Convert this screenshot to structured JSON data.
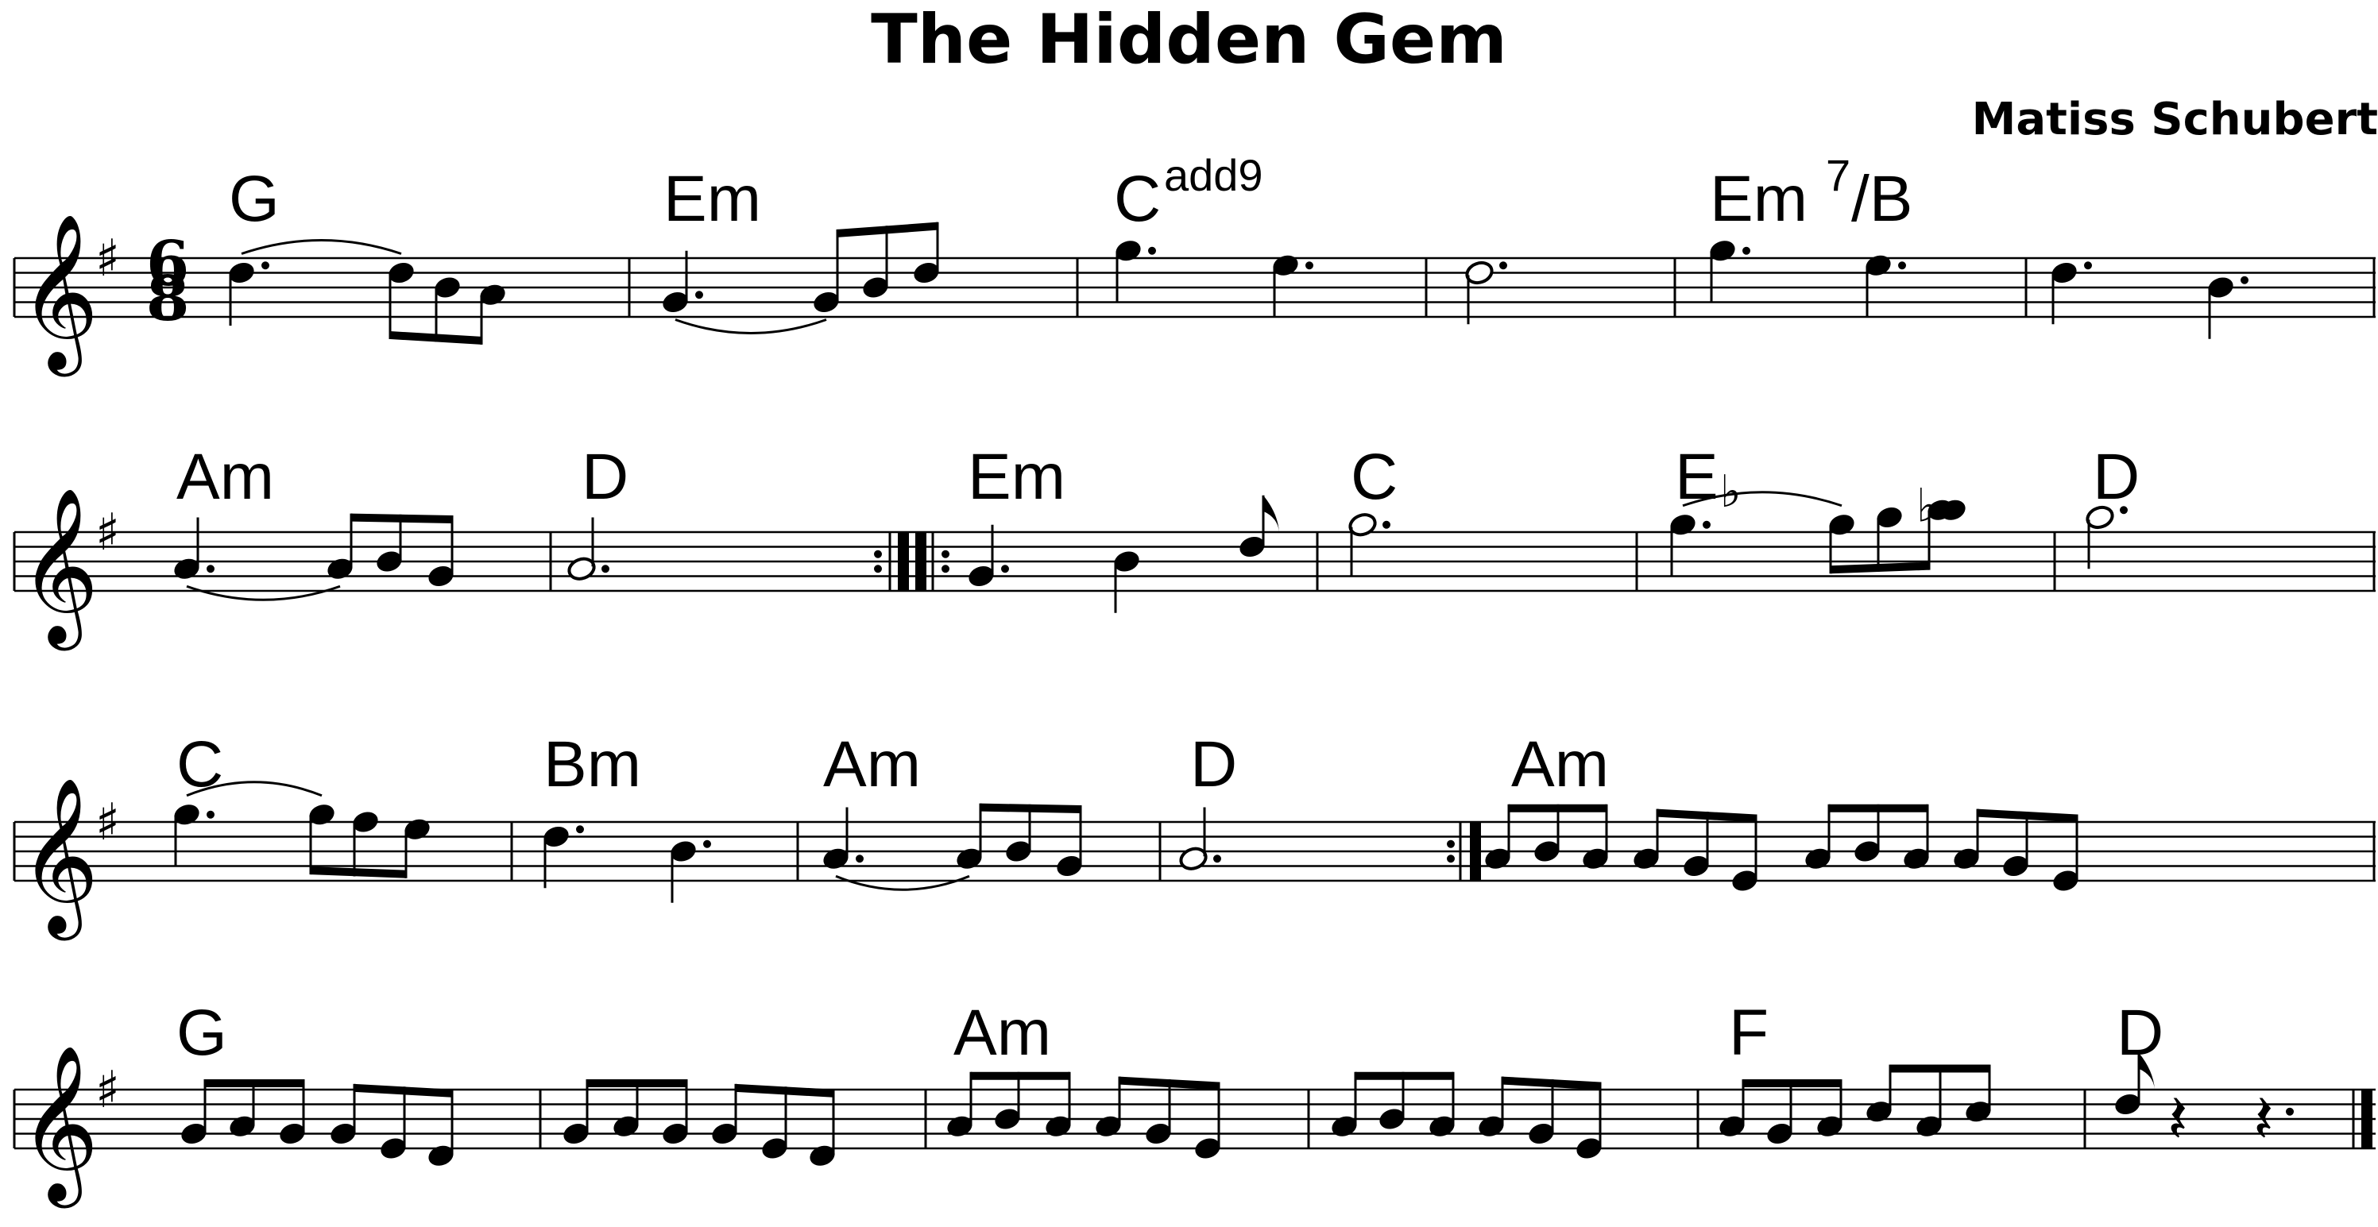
{
  "title": "The Hidden Gem",
  "composer": "Matiss Schubert",
  "time_signature": {
    "top": "6",
    "bottom": "8"
  },
  "key_signature": "G major (one sharp)",
  "chords": {
    "system1": [
      {
        "root": "G",
        "ext": ""
      },
      {
        "root": "Em",
        "ext": ""
      },
      {
        "root": "C",
        "ext": "add9"
      },
      {
        "root": "Em",
        "ext": "7",
        "tail": "/B"
      }
    ],
    "system2": [
      {
        "root": "Am",
        "ext": ""
      },
      {
        "root": "D",
        "ext": ""
      },
      {
        "root": "Em",
        "ext": ""
      },
      {
        "root": "C",
        "ext": ""
      },
      {
        "root": "E",
        "ext": "",
        "flat": "♭"
      },
      {
        "root": "D",
        "ext": ""
      }
    ],
    "system3": [
      {
        "root": "C",
        "ext": ""
      },
      {
        "root": "Bm",
        "ext": ""
      },
      {
        "root": "Am",
        "ext": ""
      },
      {
        "root": "D",
        "ext": ""
      },
      {
        "root": "Am",
        "ext": ""
      }
    ],
    "system4": [
      {
        "root": "G",
        "ext": ""
      },
      {
        "root": "Am",
        "ext": ""
      },
      {
        "root": "F",
        "ext": ""
      },
      {
        "root": "D",
        "ext": ""
      }
    ]
  },
  "glyphs": {
    "treble_clef": "𝄞",
    "sharp": "♯",
    "flat": "♭",
    "rest": "𝄽"
  }
}
